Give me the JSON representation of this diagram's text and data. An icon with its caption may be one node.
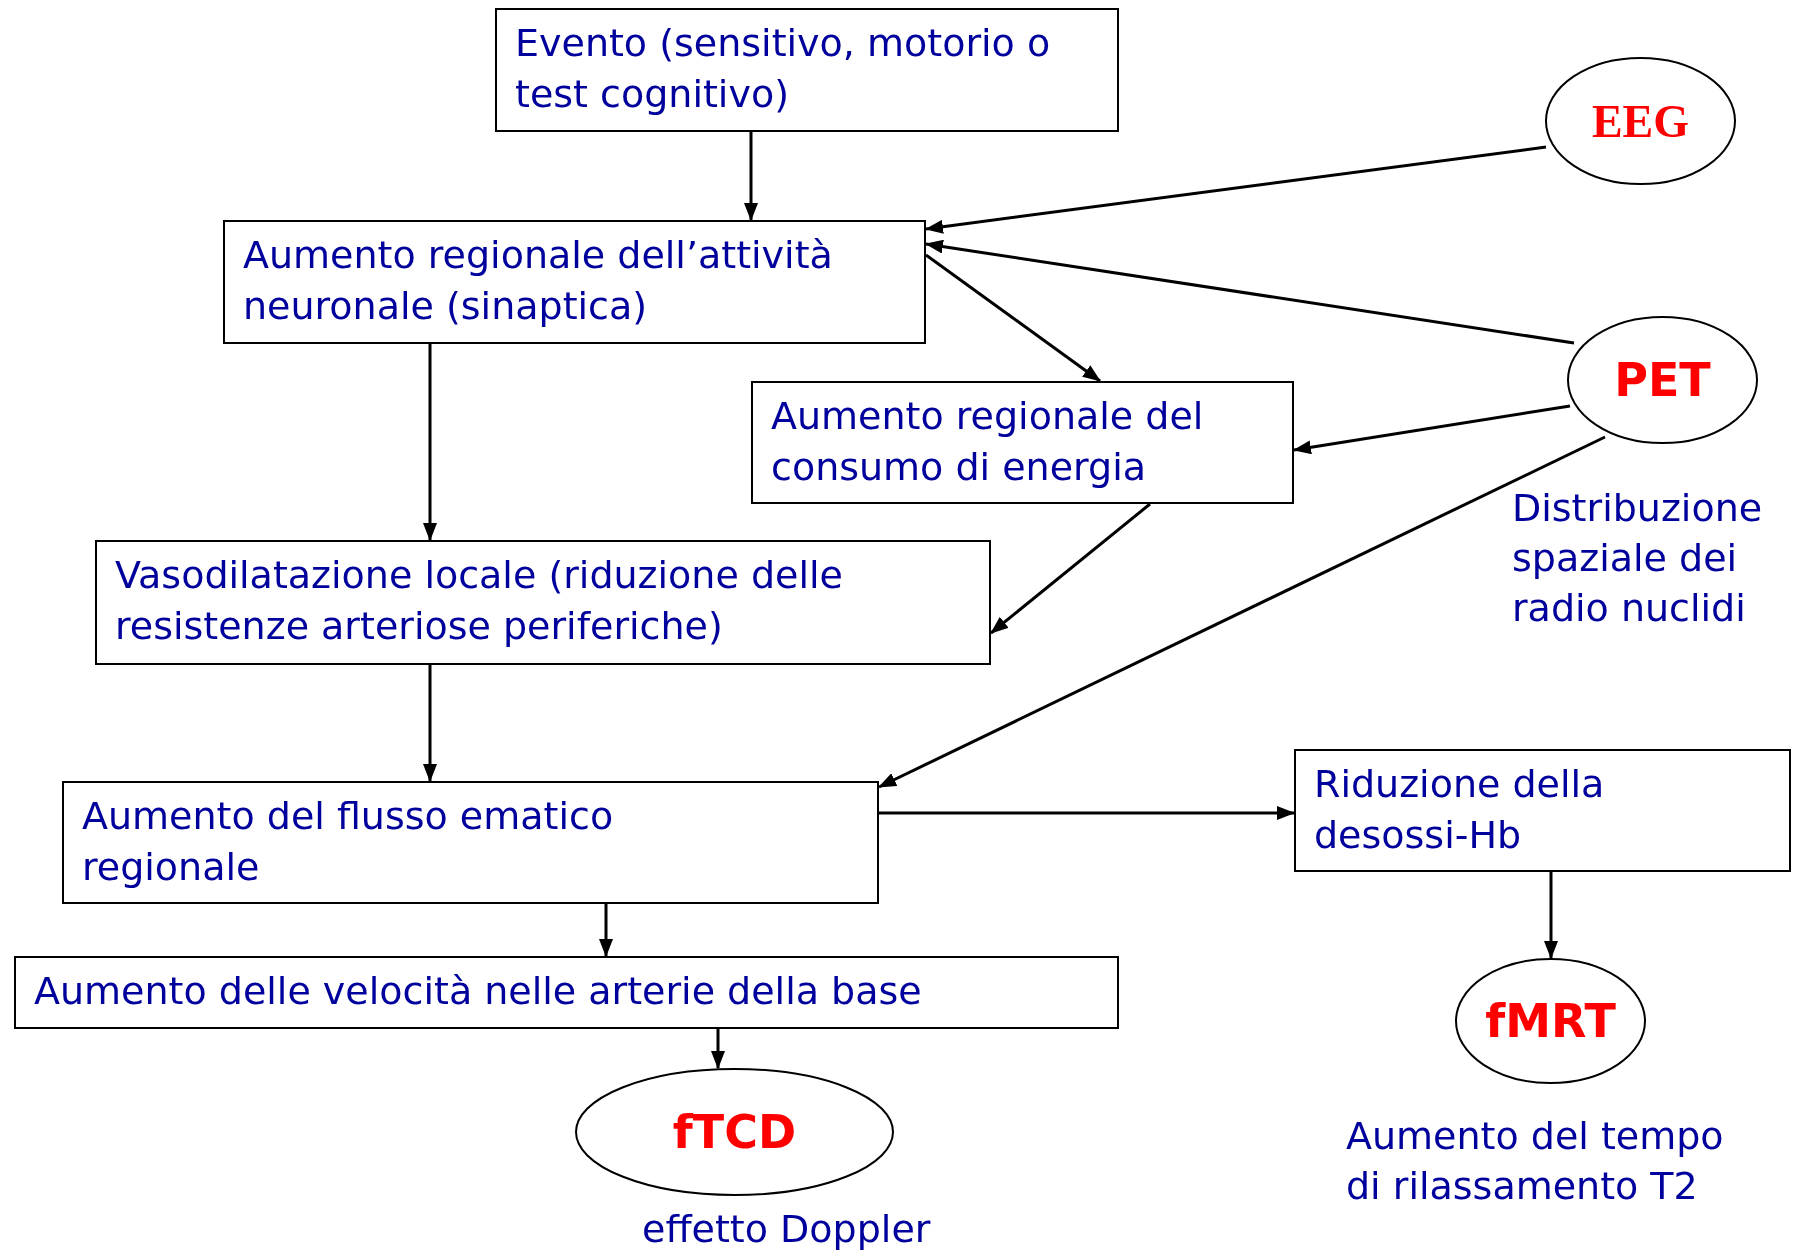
{
  "diagram": {
    "nodes": [
      {
        "text": [
          "Evento (sensitivo, motorio o test cognitivo)"
        ]
      },
      {
        "text": [
          "EEG"
        ]
      },
      {
        "text": [
          "Aumento regionale dell’attività neuronale (sinaptica)"
        ]
      },
      {
        "text": [
          "PET"
        ],
        "beside": [
          "Distribuzione spaziale dei radio nuclidi"
        ]
      },
      {
        "text": [
          "Aumento regionale del consumo di energia"
        ]
      },
      {
        "text": [
          "Vasodilatazione locale (riduzione delle resistenze arteriose periferiche)"
        ]
      },
      {
        "text": [
          "Aumento del flusso ematico regionale"
        ]
      },
      {
        "text": [
          "Riduzione della desossi-Hb"
        ]
      },
      {
        "text": [
          "Aumento delle velocità nelle arterie della base"
        ]
      },
      {
        "text": [
          "fMRT"
        ],
        "beside": [
          "Aumento del tempo di rilassamento T2"
        ]
      },
      {
        "text": [
          "fTCD"
        ],
        "beside": [
          "effetto Doppler"
        ]
      }
    ],
    "edges": [
      {
        "from": 0,
        "to": 2,
        "arrow": "to"
      },
      {
        "from": 1,
        "to": 2,
        "arrow": "to"
      },
      {
        "from": 3,
        "to": 2,
        "arrow": "to"
      },
      {
        "from": 2,
        "to": 4,
        "arrow": "to"
      },
      {
        "from": 3,
        "to": 4,
        "arrow": "to"
      },
      {
        "from": 2,
        "to": 5,
        "arrow": "to"
      },
      {
        "from": 4,
        "to": 5,
        "arrow": "to"
      },
      {
        "from": 3,
        "to": 6,
        "arrow": "to"
      },
      {
        "from": 5,
        "to": 6,
        "arrow": "to"
      },
      {
        "from": 6,
        "to": 7,
        "arrow": "to"
      },
      {
        "from": 6,
        "to": 8,
        "arrow": "to"
      },
      {
        "from": 8,
        "to": 10,
        "arrow": "to"
      },
      {
        "from": 7,
        "to": 9,
        "arrow": "to"
      }
    ]
  }
}
